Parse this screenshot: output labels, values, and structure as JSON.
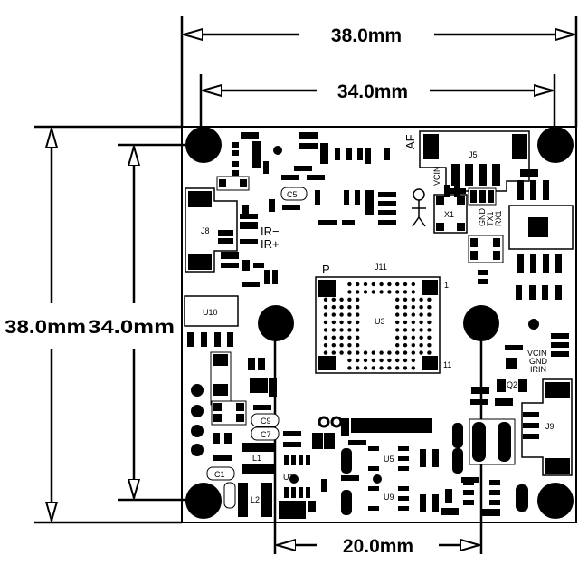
{
  "dimensions": {
    "board_width_outer": "38.0mm",
    "hole_spacing_horizontal": "34.0mm",
    "board_height_outer": "38.0mm",
    "hole_spacing_vertical": "34.0mm",
    "center_hole_spacing": "20.0mm"
  },
  "components": {
    "j5": "J5",
    "j8": "J8",
    "j9": "J9",
    "j11": "J11",
    "u3": "U3",
    "u5": "U5",
    "u9": "U9",
    "u10": "U10",
    "u1": "U1",
    "x1": "X1",
    "q2": "Q2",
    "l1": "L1",
    "l2": "L2",
    "c5": "C5",
    "c9": "C9",
    "c7": "C7",
    "c1": "C1"
  },
  "silkscreen": {
    "af": "AF",
    "vcin_top": "VCIN",
    "gnd_top": "GND",
    "tx1": "TX1",
    "rx1": "RX1",
    "ir_minus": "IR−",
    "ir_plus": "IR+",
    "pin_p": "P",
    "pin_1": "1",
    "pin_11": "11",
    "vcin": "VCIN",
    "gnd": "GND",
    "irin": "IRIN"
  }
}
